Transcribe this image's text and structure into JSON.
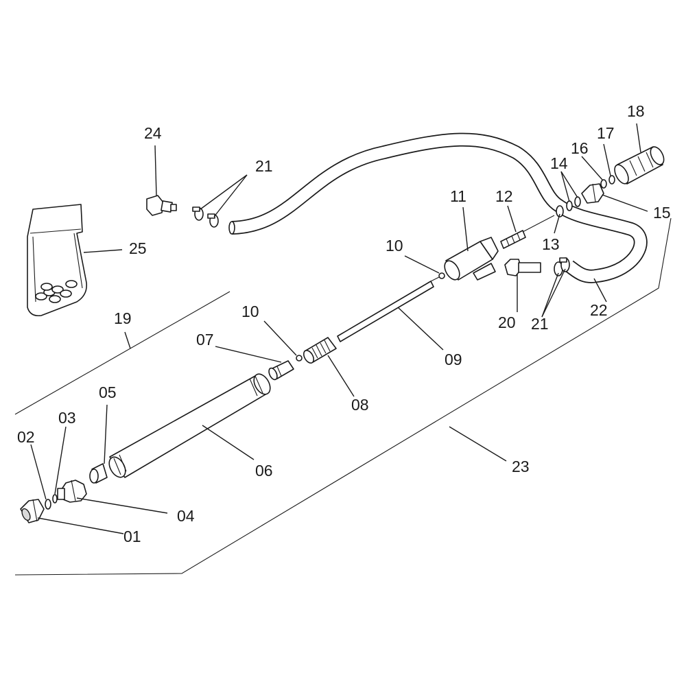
{
  "diagram": {
    "part_labels": {
      "p01": "01",
      "p02": "02",
      "p03": "03",
      "p04": "04",
      "p05": "05",
      "p06": "06",
      "p07": "07",
      "p08": "08",
      "p09": "09",
      "p10a": "10",
      "p10b": "10",
      "p11": "11",
      "p12": "12",
      "p13": "13",
      "p14": "14",
      "p15": "15",
      "p16": "16",
      "p17": "17",
      "p18": "18",
      "p19": "19",
      "p20": "20",
      "p21a": "21",
      "p21b": "21",
      "p22": "22",
      "p23": "23",
      "p24": "24",
      "p25": "25"
    }
  }
}
